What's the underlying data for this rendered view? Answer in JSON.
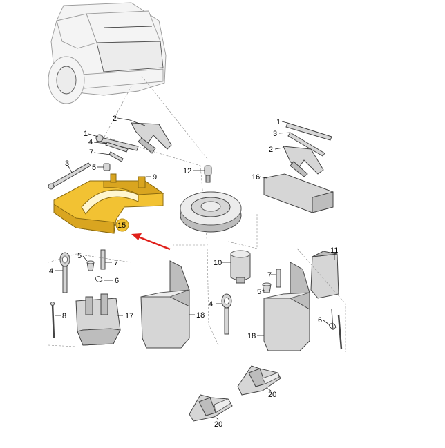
{
  "colors": {
    "highlight": "#f2c233",
    "highlight_badge": "#f2c233",
    "arrow": "#e0201b",
    "part_gray": "#d6d6d6",
    "line": "#222222"
  },
  "callouts": {
    "left": {
      "c1": "1",
      "c2": "2",
      "c3": "3",
      "c4": "4",
      "c5": "5",
      "c7": "7",
      "c9": "9",
      "c15": "15"
    },
    "center": {
      "c12": "12"
    },
    "right": {
      "c1": "1",
      "c3": "3",
      "c2": "2",
      "c16": "16"
    },
    "lower_left": {
      "c4": "4",
      "c5": "5",
      "c7": "7",
      "c6": "6",
      "c8": "8",
      "c17": "17",
      "c18": "18"
    },
    "lower_right": {
      "c10": "10",
      "c11": "11",
      "c4": "4",
      "c7": "7",
      "c5": "5",
      "c6": "6",
      "c18": "18"
    },
    "bottom": {
      "c20a": "20",
      "c20b": "20"
    }
  },
  "icons": {
    "arrow": "red-arrow-icon",
    "badge": "highlight-badge-icon"
  }
}
